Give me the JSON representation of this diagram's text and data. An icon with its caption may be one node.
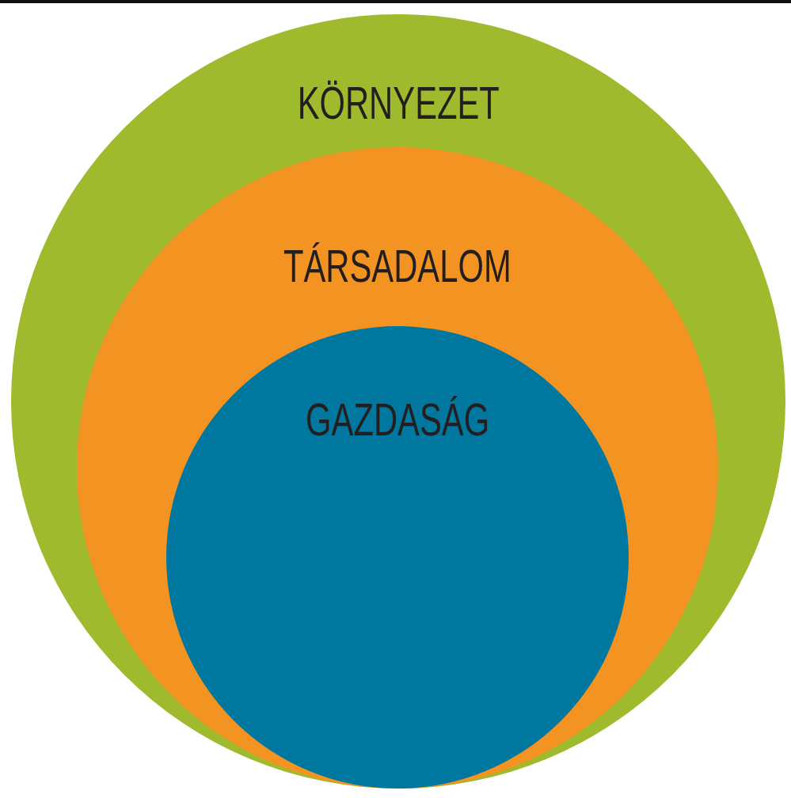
{
  "diagram": {
    "nodes": [
      {
        "text": [
          "KÖRNYEZET"
        ]
      },
      {
        "text": [
          "TÁRSADALOM"
        ],
        "in": 0
      },
      {
        "text": [
          "GAZDASÁG"
        ],
        "in": 1
      }
    ]
  }
}
